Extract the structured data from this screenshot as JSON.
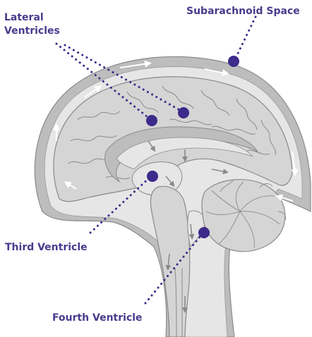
{
  "labels": {
    "lateral_ventricles_line1": "Lateral",
    "lateral_ventricles_line2": "Ventricles",
    "subarachnoid_space": "Subarachnoid Space",
    "third_ventricle": "Third Ventricle",
    "fourth_ventricle": "Fourth Ventricle"
  },
  "colors": {
    "label_text": "#4a3a8c",
    "marker": "#3d2a8a",
    "brain_fill": "#d5d5d5",
    "brain_stroke": "#8a8a8a",
    "skull_layer": "#bdbdbd",
    "csf_space": "#e6e6e6",
    "arrow": "#ffffff"
  }
}
